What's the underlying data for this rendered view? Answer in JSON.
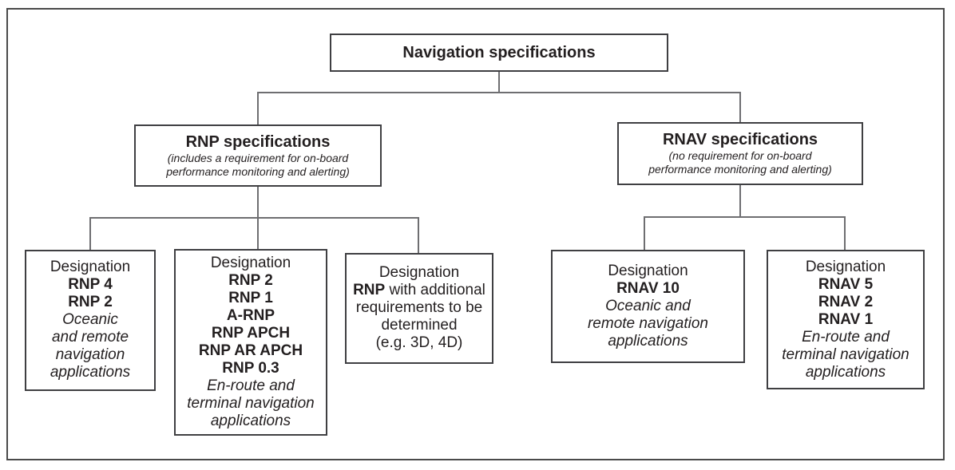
{
  "root": {
    "title": "Navigation specifications"
  },
  "rnp_branch": {
    "title": "RNP specifications",
    "subtitle_line1": "(includes a requirement for on-board",
    "subtitle_line2": "performance monitoring and alerting)"
  },
  "rnav_branch": {
    "title": "RNAV specifications",
    "subtitle_line1": "(no requirement for on-board",
    "subtitle_line2": "performance monitoring and alerting)"
  },
  "leaves": [
    {
      "label": "Designation",
      "designations": [
        "RNP 4",
        "RNP 2"
      ],
      "description": [
        "Oceanic",
        "and remote",
        "navigation",
        "applications"
      ]
    },
    {
      "label": "Designation",
      "designations": [
        "RNP 2",
        "RNP 1",
        "A-RNP",
        "RNP APCH",
        "RNP AR APCH",
        "RNP 0.3"
      ],
      "description": [
        "En-route and",
        "terminal navigation",
        "applications"
      ]
    },
    {
      "label": "Designation",
      "bold_word": "RNP",
      "text_after_bold": "with additional",
      "plain": [
        "requirements to be",
        "determined",
        "(e.g. 3D, 4D)"
      ]
    },
    {
      "label": "Designation",
      "designations": [
        "RNAV 10"
      ],
      "description": [
        "Oceanic and",
        "remote navigation",
        "applications"
      ]
    },
    {
      "label": "Designation",
      "designations": [
        "RNAV 5",
        "RNAV 2",
        "RNAV 1"
      ],
      "description": [
        "En-route and",
        "terminal navigation",
        "applications"
      ]
    }
  ],
  "colors": {
    "background": "#ffffff",
    "text": "#231f20",
    "box_border": "#3f3f42",
    "connector": "#6e6e71",
    "outer_frame": "#4a4a4a"
  }
}
